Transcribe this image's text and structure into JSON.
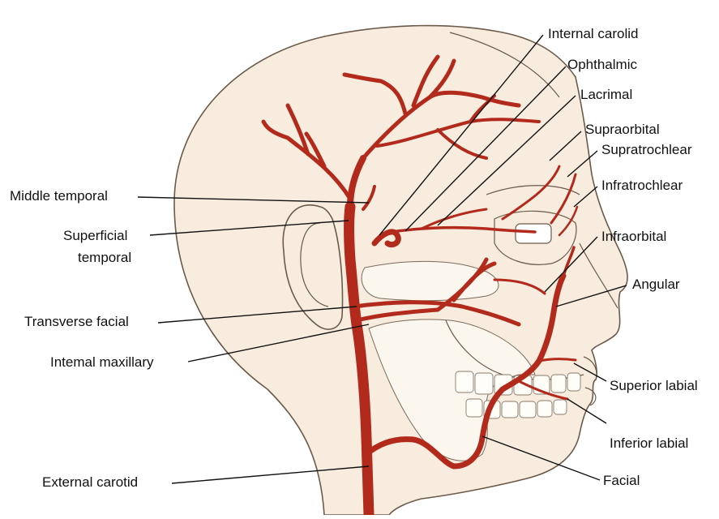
{
  "labels": {
    "internal_carotid": "Internal carolid",
    "ophthalmic": "Ophthalmic",
    "lacrimal": "Lacrimal",
    "supraorbital": "Supraorbital",
    "supratrochlear": "Supratrochlear",
    "infratrochlear": "Infratrochlear",
    "infraorbital": "Infraorbital",
    "angular": "Angular",
    "superior_labial": "Superior labial",
    "inferior_labial": "Inferior labial",
    "facial": "Facial",
    "middle_temporal": "Middle temporal",
    "superficial_temporal_line1": "Superficial",
    "superficial_temporal_line2": "temporal",
    "transverse_facial": "Transverse facial",
    "internal_maxillary": "Intemal maxillary",
    "external_carotid": "External carotid"
  },
  "colors": {
    "artery": "#b22a1c",
    "skin": "#f8ecde",
    "outline": "#6b5a4a",
    "label_text": "#111111"
  }
}
